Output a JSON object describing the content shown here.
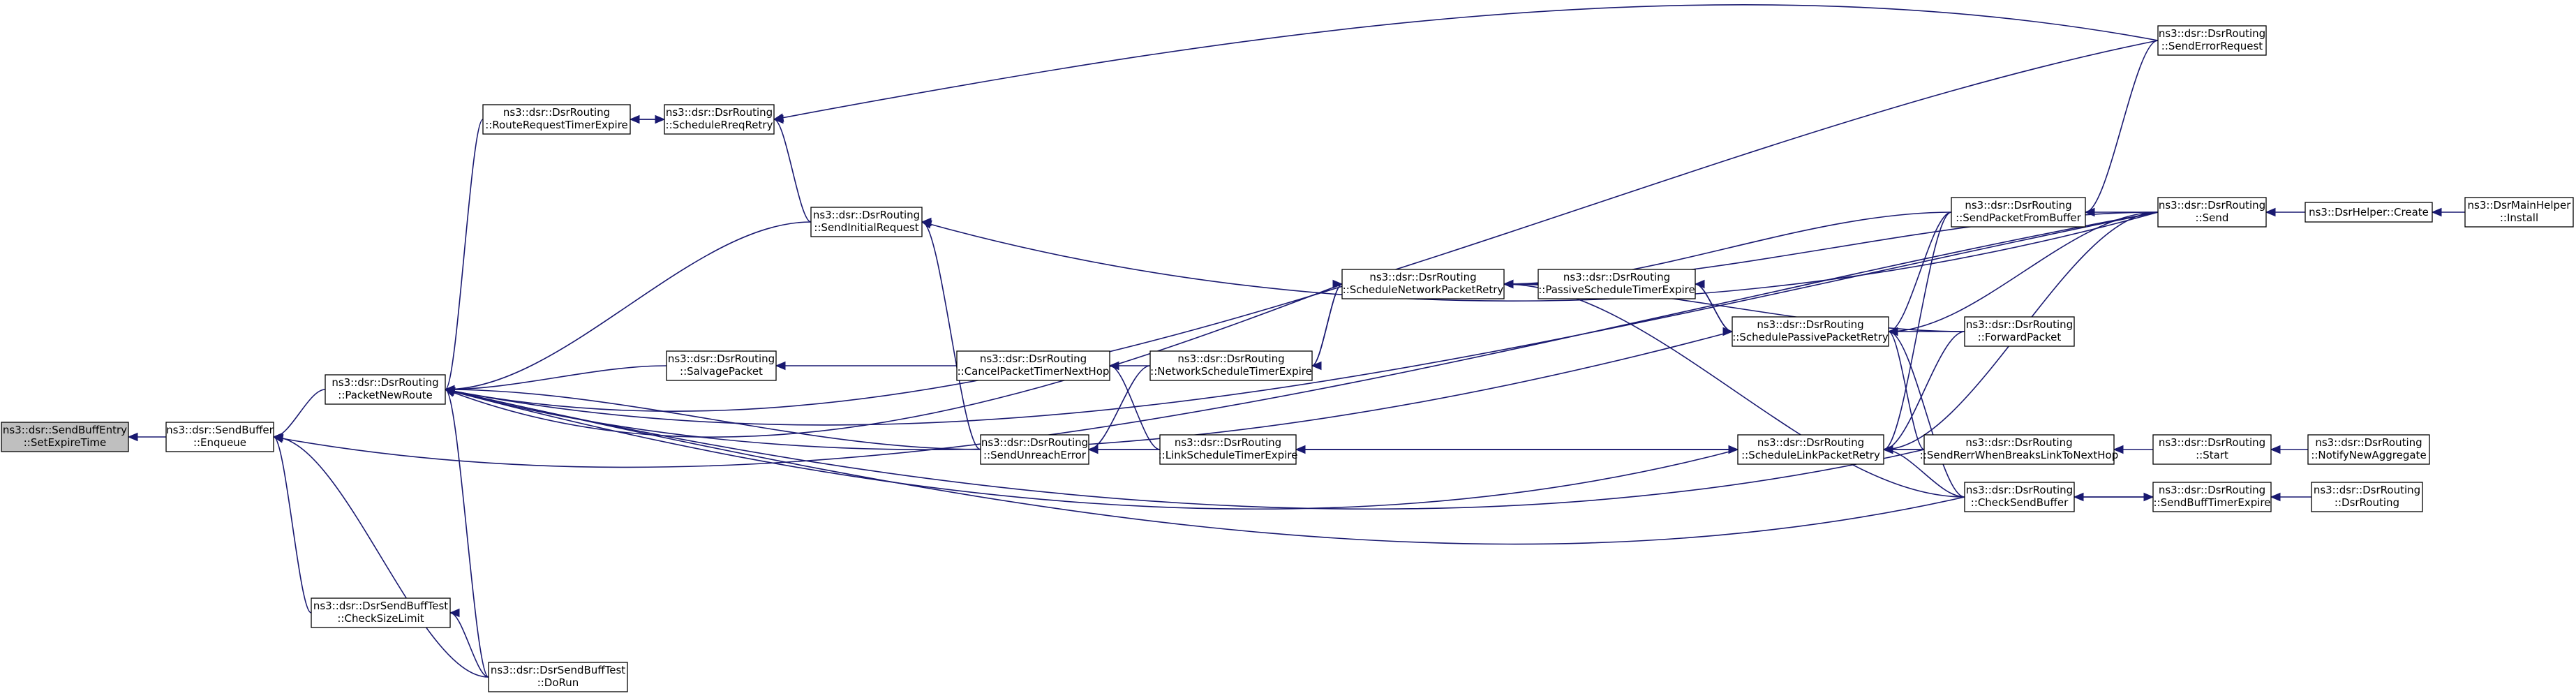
{
  "title": "",
  "colors": {
    "edge": "#191970",
    "focus_fill": "#bfbfbf",
    "node_fill": "#ffffff",
    "node_border": "#000000"
  },
  "nodes": [
    {
      "id": "setexpire",
      "line1": "ns3::dsr::SendBuffEntry",
      "line2": "::SetExpireTime",
      "focus": true
    },
    {
      "id": "enqueue",
      "line1": "ns3::dsr::SendBuffer",
      "line2": "::Enqueue"
    },
    {
      "id": "packetnewroute",
      "line1": "ns3::dsr::DsrRouting",
      "line2": "::PacketNewRoute"
    },
    {
      "id": "checksizelimit",
      "line1": "ns3::dsr::DsrSendBuffTest",
      "line2": "::CheckSizeLimit"
    },
    {
      "id": "dorun",
      "line1": "ns3::dsr::DsrSendBuffTest",
      "line2": "::DoRun"
    },
    {
      "id": "routerequesttimerexpire",
      "line1": "ns3::dsr::DsrRouting",
      "line2": "::RouteRequestTimerExpire"
    },
    {
      "id": "schedulerreqretry",
      "line1": "ns3::dsr::DsrRouting",
      "line2": "::ScheduleRreqRetry"
    },
    {
      "id": "sendinitialrequest",
      "line1": "ns3::dsr::DsrRouting",
      "line2": "::SendInitialRequest"
    },
    {
      "id": "salvagepacket",
      "line1": "ns3::dsr::DsrRouting",
      "line2": "::SalvagePacket"
    },
    {
      "id": "cancelpackettimernexthop",
      "line1": "ns3::dsr::DsrRouting",
      "line2": "::CancelPacketTimerNextHop"
    },
    {
      "id": "networkscheduletimerexpire",
      "line1": "ns3::dsr::DsrRouting",
      "line2": "::NetworkScheduleTimerExpire"
    },
    {
      "id": "sendunreacherror",
      "line1": "ns3::dsr::DsrRouting",
      "line2": "::SendUnreachError"
    },
    {
      "id": "linkscheduletimerexpire",
      "line1": "ns3::dsr::DsrRouting",
      "line2": "::LinkScheduleTimerExpire"
    },
    {
      "id": "schedulenetworkpacketretry",
      "line1": "ns3::dsr::DsrRouting",
      "line2": "::ScheduleNetworkPacketRetry"
    },
    {
      "id": "passivescheduletimerexpire",
      "line1": "ns3::dsr::DsrRouting",
      "line2": "::PassiveScheduleTimerExpire"
    },
    {
      "id": "schedulepassivepacketretry",
      "line1": "ns3::dsr::DsrRouting",
      "line2": "::SchedulePassivePacketRetry"
    },
    {
      "id": "schedulelinkpacketretry",
      "line1": "ns3::dsr::DsrRouting",
      "line2": "::ScheduleLinkPacketRetry"
    },
    {
      "id": "sendpacketfrombuffer",
      "line1": "ns3::dsr::DsrRouting",
      "line2": "::SendPacketFromBuffer"
    },
    {
      "id": "forwardpacket",
      "line1": "ns3::dsr::DsrRouting",
      "line2": "::ForwardPacket"
    },
    {
      "id": "sendrerrwhenbreakslinktonexthop",
      "line1": "ns3::dsr::DsrRouting",
      "line2": "::SendRerrWhenBreaksLinkToNextHop"
    },
    {
      "id": "checksendbuffer",
      "line1": "ns3::dsr::DsrRouting",
      "line2": "::CheckSendBuffer"
    },
    {
      "id": "senderrorrequest",
      "line1": "ns3::dsr::DsrRouting",
      "line2": "::SendErrorRequest"
    },
    {
      "id": "send",
      "line1": "ns3::dsr::DsrRouting",
      "line2": "::Send"
    },
    {
      "id": "start",
      "line1": "ns3::dsr::DsrRouting",
      "line2": "::Start"
    },
    {
      "id": "sendbufftimerexpire",
      "line1": "ns3::dsr::DsrRouting",
      "line2": "::SendBuffTimerExpire"
    },
    {
      "id": "dsrhelpercreate",
      "line1": "ns3::DsrHelper::Create",
      "line2": ""
    },
    {
      "id": "dsrmainhelperinstall",
      "line1": "ns3::DsrMainHelper",
      "line2": "::Install"
    },
    {
      "id": "notifynewaggregate",
      "line1": "ns3::dsr::DsrRouting",
      "line2": "::NotifyNewAggregate"
    },
    {
      "id": "dsrroutingctor",
      "line1": "ns3::dsr::DsrRouting",
      "line2": "::DsrRouting"
    }
  ],
  "edges": [
    {
      "from": "enqueue",
      "to": "setexpire"
    },
    {
      "from": "packetnewroute",
      "to": "enqueue"
    },
    {
      "from": "checksizelimit",
      "to": "enqueue"
    },
    {
      "from": "dorun",
      "to": "enqueue"
    },
    {
      "from": "send",
      "to": "enqueue"
    },
    {
      "from": "dorun",
      "to": "checksizelimit"
    },
    {
      "from": "routerequesttimerexpire",
      "to": "packetnewroute"
    },
    {
      "from": "sendinitialrequest",
      "to": "packetnewroute"
    },
    {
      "from": "salvagepacket",
      "to": "packetnewroute"
    },
    {
      "from": "sendunreacherror",
      "to": "packetnewroute"
    },
    {
      "from": "schedulenetworkpacketretry",
      "to": "packetnewroute"
    },
    {
      "from": "schedulepassivepacketretry",
      "to": "packetnewroute"
    },
    {
      "from": "schedulelinkpacketretry",
      "to": "packetnewroute"
    },
    {
      "from": "send",
      "to": "packetnewroute"
    },
    {
      "from": "senderrorrequest",
      "to": "packetnewroute"
    },
    {
      "from": "sendrerrwhenbreakslinktonexthop",
      "to": "packetnewroute"
    },
    {
      "from": "checksendbuffer",
      "to": "packetnewroute"
    },
    {
      "from": "dorun",
      "to": "packetnewroute"
    },
    {
      "from": "schedulerreqretry",
      "to": "routerequesttimerexpire"
    },
    {
      "from": "routerequesttimerexpire",
      "to": "schedulerreqretry"
    },
    {
      "from": "sendinitialrequest",
      "to": "schedulerreqretry"
    },
    {
      "from": "senderrorrequest",
      "to": "schedulerreqretry"
    },
    {
      "from": "send",
      "to": "sendinitialrequest"
    },
    {
      "from": "sendunreacherror",
      "to": "sendinitialrequest"
    },
    {
      "from": "cancelpackettimernexthop",
      "to": "salvagepacket"
    },
    {
      "from": "networkscheduletimerexpire",
      "to": "cancelpackettimernexthop"
    },
    {
      "from": "linkscheduletimerexpire",
      "to": "cancelpackettimernexthop"
    },
    {
      "from": "networkscheduletimerexpire",
      "to": "sendunreacherror"
    },
    {
      "from": "linkscheduletimerexpire",
      "to": "sendunreacherror"
    },
    {
      "from": "sendrerrwhenbreakslinktonexthop",
      "to": "sendunreacherror"
    },
    {
      "from": "schedulenetworkpacketretry",
      "to": "networkscheduletimerexpire"
    },
    {
      "from": "networkscheduletimerexpire",
      "to": "schedulenetworkpacketretry"
    },
    {
      "from": "schedulelinkpacketretry",
      "to": "linkscheduletimerexpire"
    },
    {
      "from": "linkscheduletimerexpire",
      "to": "schedulelinkpacketretry"
    },
    {
      "from": "passivescheduletimerexpire",
      "to": "schedulenetworkpacketretry"
    },
    {
      "from": "sendpacketfrombuffer",
      "to": "schedulenetworkpacketretry"
    },
    {
      "from": "send",
      "to": "schedulenetworkpacketretry"
    },
    {
      "from": "forwardpacket",
      "to": "schedulenetworkpacketretry"
    },
    {
      "from": "checksendbuffer",
      "to": "schedulenetworkpacketretry"
    },
    {
      "from": "schedulepassivepacketretry",
      "to": "passivescheduletimerexpire"
    },
    {
      "from": "passivescheduletimerexpire",
      "to": "schedulepassivepacketretry"
    },
    {
      "from": "sendpacketfrombuffer",
      "to": "schedulepassivepacketretry"
    },
    {
      "from": "send",
      "to": "schedulepassivepacketretry"
    },
    {
      "from": "forwardpacket",
      "to": "schedulepassivepacketretry"
    },
    {
      "from": "checksendbuffer",
      "to": "schedulepassivepacketretry"
    },
    {
      "from": "sendrerrwhenbreakslinktonexthop",
      "to": "schedulepassivepacketretry"
    },
    {
      "from": "sendpacketfrombuffer",
      "to": "schedulelinkpacketretry"
    },
    {
      "from": "send",
      "to": "schedulelinkpacketretry"
    },
    {
      "from": "forwardpacket",
      "to": "schedulelinkpacketretry"
    },
    {
      "from": "checksendbuffer",
      "to": "schedulelinkpacketretry"
    },
    {
      "from": "sendrerrwhenbreakslinktonexthop",
      "to": "schedulelinkpacketretry"
    },
    {
      "from": "senderrorrequest",
      "to": "sendpacketfrombuffer"
    },
    {
      "from": "send",
      "to": "sendpacketfrombuffer"
    },
    {
      "from": "dsrhelpercreate",
      "to": "send"
    },
    {
      "from": "dsrmainhelperinstall",
      "to": "dsrhelpercreate"
    },
    {
      "from": "start",
      "to": "sendrerrwhenbreakslinktonexthop"
    },
    {
      "from": "notifynewaggregate",
      "to": "start"
    },
    {
      "from": "sendbufftimerexpire",
      "to": "checksendbuffer"
    },
    {
      "from": "checksendbuffer",
      "to": "sendbufftimerexpire"
    },
    {
      "from": "dsrroutingctor",
      "to": "sendbufftimerexpire"
    }
  ]
}
